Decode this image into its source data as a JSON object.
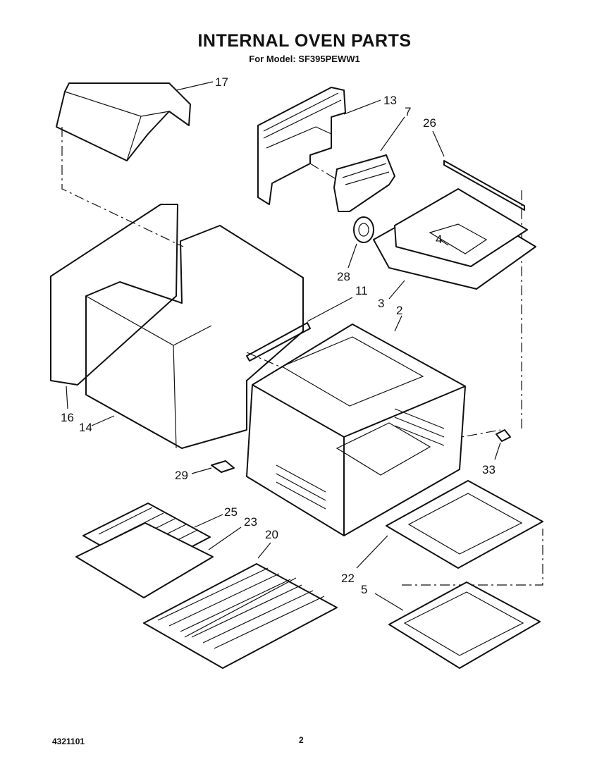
{
  "page": {
    "title": "INTERNAL OVEN PARTS",
    "subtitle": "For Model: SF395PEWW1",
    "document_number": "4321101",
    "page_number": "2"
  },
  "parts": [
    {
      "id": "insulation-top",
      "callout": "17"
    },
    {
      "id": "vent-duct",
      "callout": "13"
    },
    {
      "id": "vent-baffle",
      "callout": "7"
    },
    {
      "id": "gasket-strip",
      "callout": "26"
    },
    {
      "id": "burner-box",
      "callout": "4"
    },
    {
      "id": "grommet",
      "callout": "28"
    },
    {
      "id": "burner-box-pan",
      "callout": "3"
    },
    {
      "id": "insulation-bracket",
      "callout": "11"
    },
    {
      "id": "oven-liner",
      "callout": "2"
    },
    {
      "id": "insulation-side",
      "callout": "16"
    },
    {
      "id": "insulation-wrap",
      "callout": "14"
    },
    {
      "id": "clip",
      "callout": "29"
    },
    {
      "id": "hinge-clip",
      "callout": "33"
    },
    {
      "id": "broiler-grid",
      "callout": "25"
    },
    {
      "id": "broiler-pan",
      "callout": "23"
    },
    {
      "id": "oven-rack",
      "callout": "20"
    },
    {
      "id": "oven-bottom",
      "callout": "22"
    },
    {
      "id": "drawer-pan",
      "callout": "5"
    }
  ]
}
